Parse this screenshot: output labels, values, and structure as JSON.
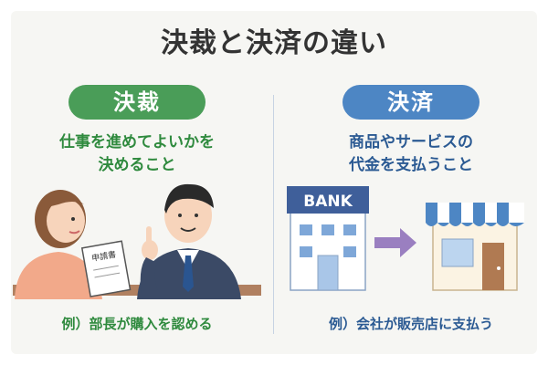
{
  "title": "決裁と決済の違い",
  "left": {
    "label": "決裁",
    "description_line1": "仕事を進めてよいかを",
    "description_line2": "決めること",
    "document_label": "申請書",
    "example": "例）部長が購入を認める"
  },
  "right": {
    "label": "決済",
    "description_line1": "商品やサービスの",
    "description_line2": "代金を支払うこと",
    "bank_sign": "BANK",
    "example": "例）会社が販売店に支払う"
  },
  "colors": {
    "green": "#4a9d58",
    "blue": "#4d86c4",
    "arrow": "#9a7fc0"
  }
}
